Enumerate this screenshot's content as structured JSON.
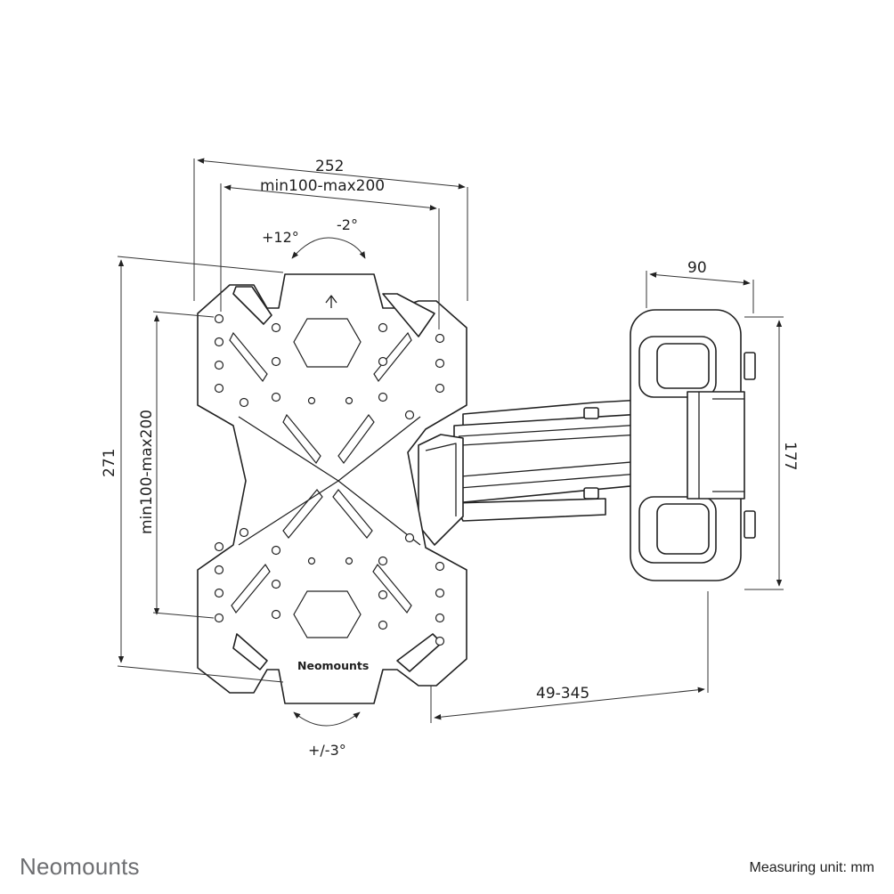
{
  "dimensions": {
    "plate_width": "252",
    "vesa_horizontal": "min100-max200",
    "plate_height": "271",
    "vesa_vertical": "min100-max200",
    "wall_plate_depth": "90",
    "wall_plate_height": "177",
    "wall_distance": "49-345"
  },
  "angles": {
    "tilt_up": "+12°",
    "tilt_down": "-2°",
    "rotation": "+/-3°"
  },
  "plate_brand": "Neomounts",
  "footer": {
    "brand": "Neomounts",
    "unit": "Measuring unit: mm"
  }
}
